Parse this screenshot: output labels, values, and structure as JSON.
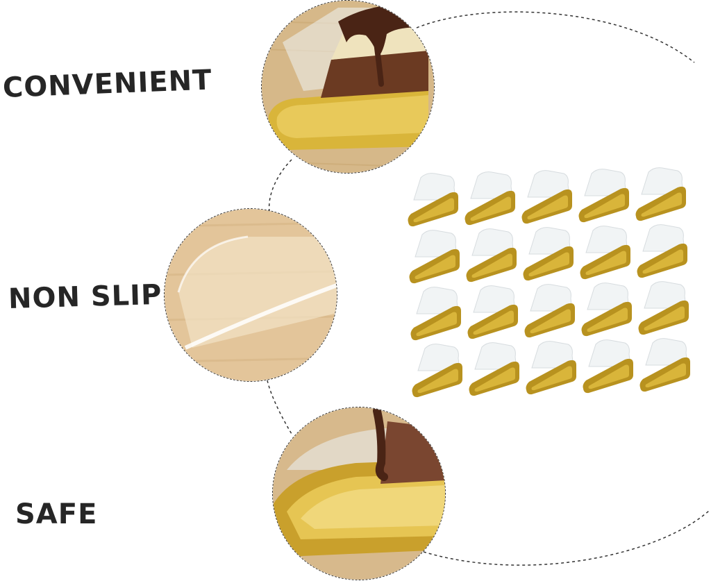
{
  "labels": {
    "convenient": "CONVENIENT",
    "nonslip": "NON SLIP",
    "safe": "SAFE"
  },
  "product_grid": {
    "rows": 4,
    "columns": 5
  },
  "icons": {
    "convenient": "cake-slice-chocolate-photo",
    "nonslip": "clear-film-on-wood-photo",
    "safe": "gold-tray-closeup-photo",
    "product": "triangle-cake-box-icon"
  },
  "colors": {
    "gold": "#d9b53a",
    "gold_dark": "#b8921f",
    "chocolate": "#5a2d1c",
    "wood": "#d8b889",
    "text": "#262626"
  }
}
